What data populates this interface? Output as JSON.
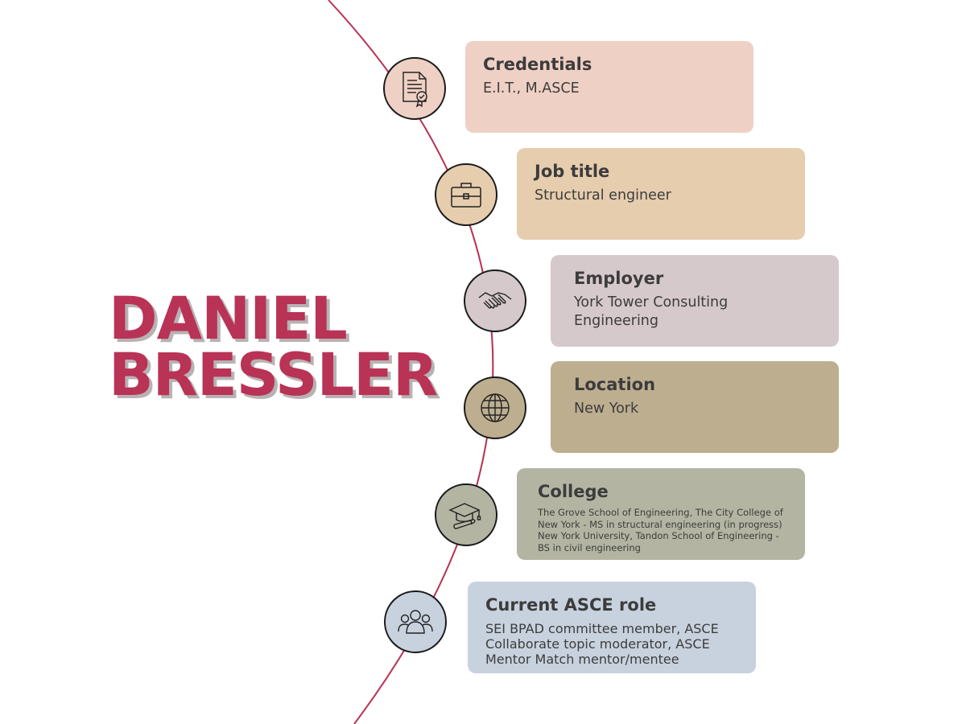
{
  "name": {
    "first": "DANIEL",
    "last": "BRESSLER"
  },
  "colors": {
    "accent": "#b83356",
    "shadow": "#b9b2b3",
    "text": "#3c3c3c",
    "line": "#b83356"
  },
  "items": [
    {
      "icon": "certificate-icon",
      "title": "Credentials",
      "value": "E.I.T., M.ASCE",
      "bg": "#efd0c4"
    },
    {
      "icon": "briefcase-icon",
      "title": "Job title",
      "value": "Structural engineer",
      "bg": "#e6cdae"
    },
    {
      "icon": "handshake-icon",
      "title": "Employer",
      "value": "York Tower Consulting\nEngineering",
      "bg": "#d6c9cc"
    },
    {
      "icon": "globe-icon",
      "title": "Location",
      "value": "New York",
      "bg": "#bdae90"
    },
    {
      "icon": "graduation-cap-icon",
      "title": "College",
      "value": "The Grove School of Engineering, The City College of New York - MS in structural engineering (in progress) New York University, Tandon School of Engineering - BS in civil engineering",
      "bg": "#b3b5a2"
    },
    {
      "icon": "people-group-icon",
      "title": "Current ASCE role",
      "value": "SEI BPAD committee member, ASCE\nCollaborate topic moderator, ASCE\nMentor Match mentor/mentee",
      "bg": "#c8d2de"
    }
  ]
}
